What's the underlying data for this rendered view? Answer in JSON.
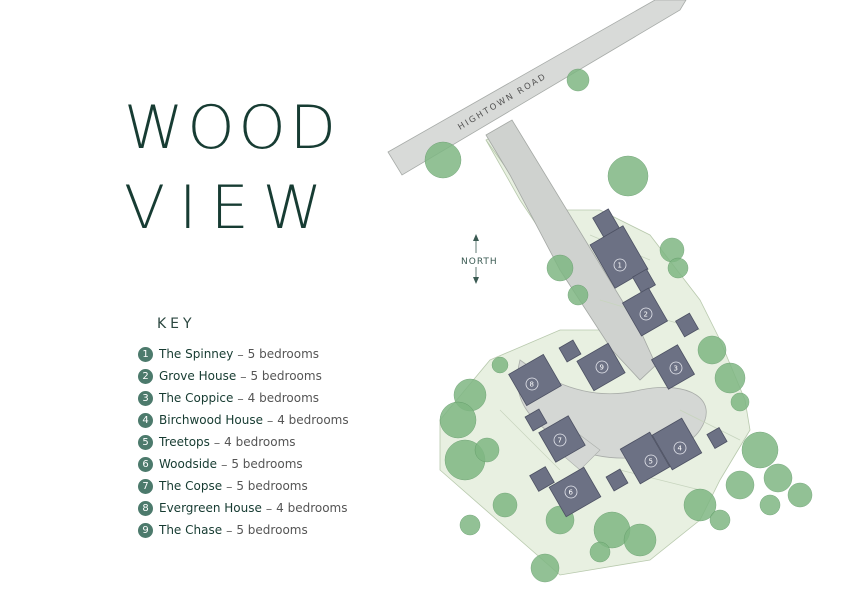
{
  "title": {
    "line1": "WOOD",
    "line2": "VIEW"
  },
  "map": {
    "road_label": "HIGHTOWN ROAD",
    "north_label": "NORTH"
  },
  "legend": {
    "heading": "KEY",
    "items": [
      {
        "num": "1",
        "name": "The Spinney",
        "beds": "5 bedrooms"
      },
      {
        "num": "2",
        "name": "Grove House",
        "beds": "5 bedrooms"
      },
      {
        "num": "3",
        "name": "The Coppice",
        "beds": "4 bedrooms"
      },
      {
        "num": "4",
        "name": "Birchwood House",
        "beds": "4 bedrooms"
      },
      {
        "num": "5",
        "name": "Treetops",
        "beds": "4 bedrooms"
      },
      {
        "num": "6",
        "name": "Woodside",
        "beds": "5 bedrooms"
      },
      {
        "num": "7",
        "name": "The Copse",
        "beds": "5 bedrooms"
      },
      {
        "num": "8",
        "name": "Evergreen House",
        "beds": "4 bedrooms"
      },
      {
        "num": "9",
        "name": "The Chase",
        "beds": "5 bedrooms"
      }
    ],
    "separator": "–"
  },
  "colors": {
    "title": "#173c33",
    "badge": "#4c7a6c",
    "grass": "#e6efdf",
    "road": "#d6d8d6",
    "house": "#6c7184",
    "tree": "#7fb783"
  }
}
